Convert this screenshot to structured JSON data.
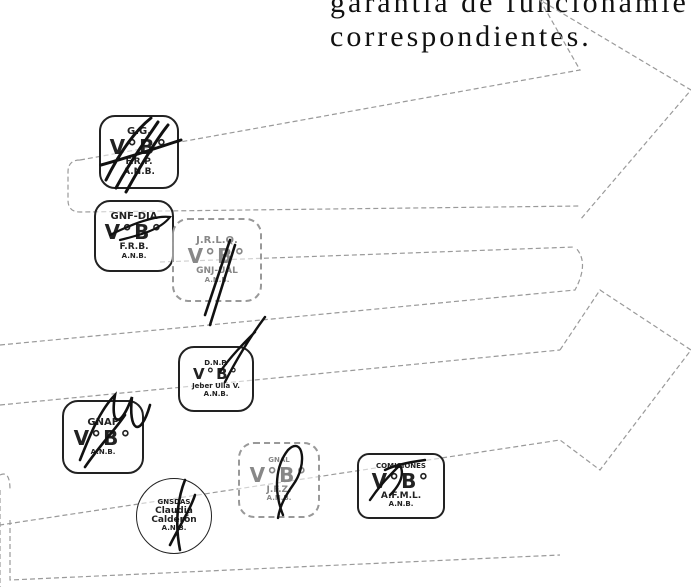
{
  "document": {
    "text_lines": [
      "garantía de funcionamie",
      "correspondientes."
    ]
  },
  "stamps": [
    {
      "id": "gg",
      "lines": [
        "G.G.",
        "V°B°",
        "F.R.P.",
        "A.N.B."
      ]
    },
    {
      "id": "gnf-dia",
      "lines": [
        "GNF-DIA",
        "V°B°",
        "F.R.B.",
        "A.N.B."
      ]
    },
    {
      "id": "jrlq",
      "lines": [
        "J.R.L.Q.",
        "V°B°",
        "GNJ-UAL",
        "A.N.B."
      ]
    },
    {
      "id": "dnp",
      "lines": [
        "D.N.P.",
        "V°B°",
        "Jeber Ulla V.",
        "A.N.B."
      ]
    },
    {
      "id": "gnaf",
      "lines": [
        "GNAF",
        "V°B°",
        "",
        "A.N.B."
      ]
    },
    {
      "id": "gnsdas",
      "lines": [
        "GNSDAS",
        "Claudia",
        "Calderón",
        "A.N.B."
      ]
    },
    {
      "id": "gnal",
      "lines": [
        "GNAL",
        "V°B°",
        "J.F.Z.",
        "A.N.B."
      ]
    },
    {
      "id": "comisiones",
      "lines": [
        "COMISIONES",
        "V°B°",
        "A.F.M.L.",
        "A.N.B."
      ]
    }
  ]
}
